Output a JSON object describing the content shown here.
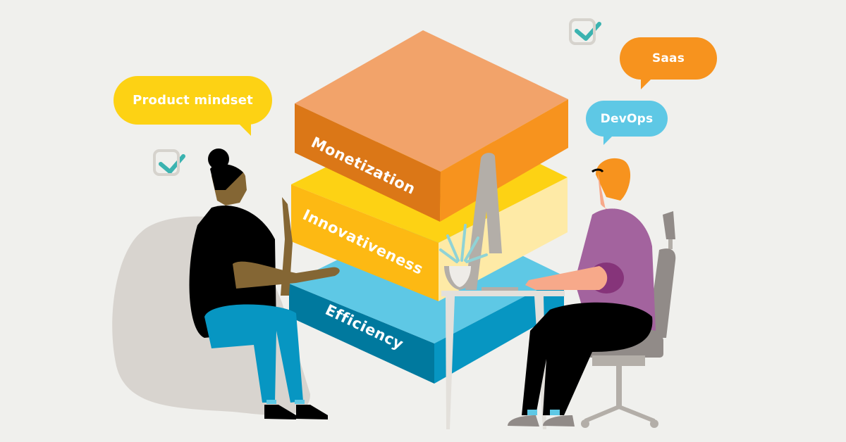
{
  "illustration": {
    "background_color": "#f0f0ed",
    "speech_bubbles": [
      {
        "id": "product-mindset",
        "text": "Product mindset",
        "color": "#fdd214"
      },
      {
        "id": "saas",
        "text": "Saas",
        "color": "#f7931e"
      },
      {
        "id": "devops",
        "text": "DevOps",
        "color": "#5ec8e5"
      }
    ],
    "stack_layers": [
      {
        "id": "monetization",
        "label": "Monetization",
        "top_color": "#f2a36a",
        "left_color": "#db7717",
        "right_color": "#f7931e"
      },
      {
        "id": "innovativeness",
        "label": "Innovativeness",
        "top_color": "#fdd214",
        "left_color": "#fdb913",
        "right_color": "#feeaa6"
      },
      {
        "id": "efficiency",
        "label": "Efficiency",
        "top_color": "#5ec8e5",
        "left_color": "#00799e",
        "right_color": "#0796c2"
      }
    ],
    "checkmarks": [
      {
        "id": "check-left",
        "icon": "checkbox-checked-icon",
        "check_color": "#3bb3b0"
      },
      {
        "id": "check-top",
        "icon": "checkbox-checked-icon",
        "check_color": "#3bb3b0"
      }
    ],
    "people": [
      {
        "id": "woman-left",
        "description": "woman seated on beanbag gesturing"
      },
      {
        "id": "man-right",
        "description": "man seated at desk with computer"
      }
    ]
  }
}
